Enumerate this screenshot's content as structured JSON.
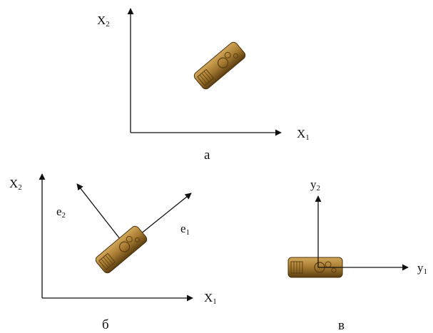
{
  "panels": [
    {
      "caption": "а",
      "axes": [
        {
          "letter": "X",
          "index": "2"
        },
        {
          "letter": "X",
          "index": "1"
        }
      ]
    },
    {
      "caption": "б",
      "axes": [
        {
          "letter": "X",
          "index": "2"
        },
        {
          "letter": "X",
          "index": "1"
        }
      ],
      "basis": [
        {
          "letter": "e",
          "index": "2"
        },
        {
          "letter": "e",
          "index": "1"
        }
      ]
    },
    {
      "caption": "в",
      "axes": [
        {
          "letter": "у",
          "index": "2"
        },
        {
          "letter": "у",
          "index": "1"
        }
      ]
    }
  ],
  "colors": {
    "line": "#111111",
    "object_body": "#a57a30",
    "object_light": "#d4a85a",
    "object_dark": "#5a3d10"
  },
  "icon": "tilted-block-object"
}
